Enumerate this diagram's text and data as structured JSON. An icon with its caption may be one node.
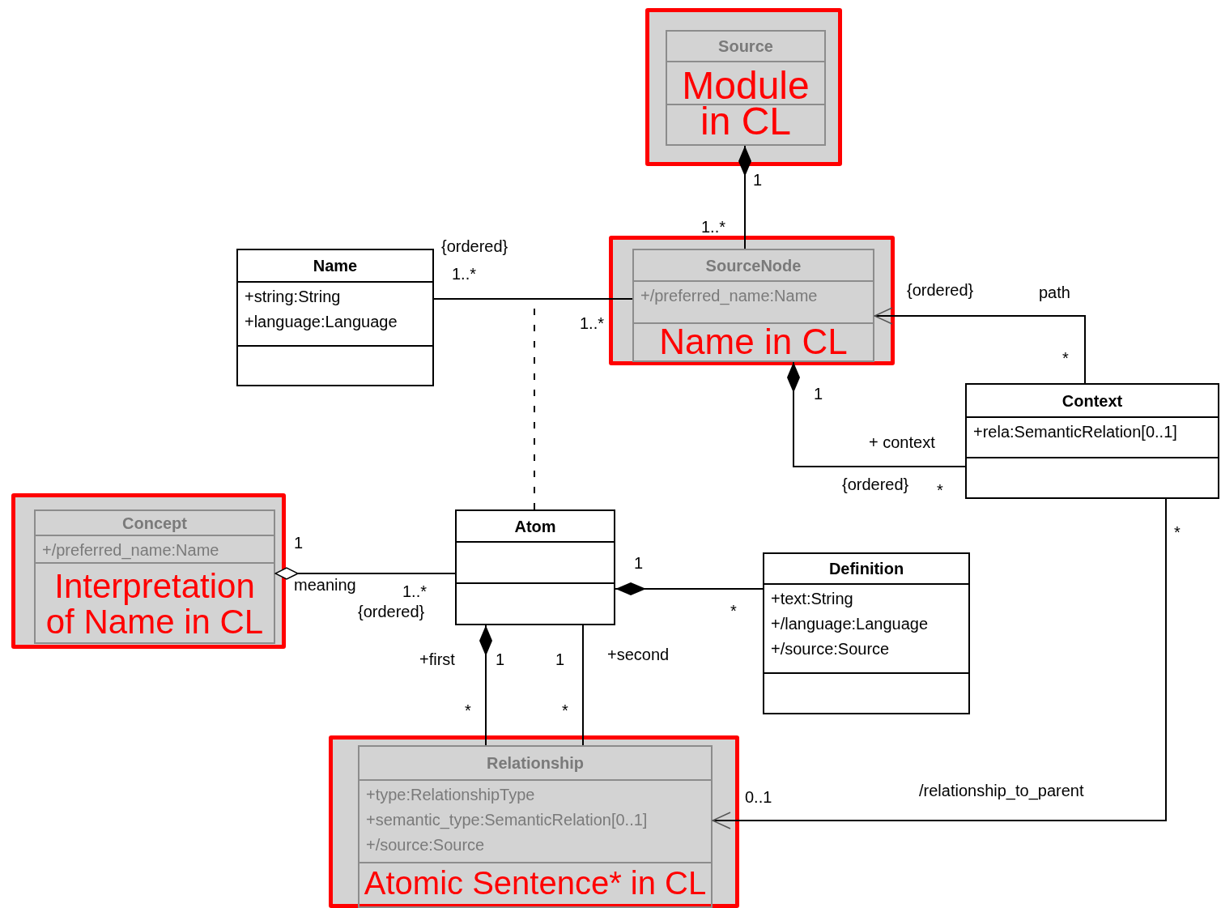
{
  "diagram": {
    "nodes": [
      {
        "text": [],
        "shape": "box"
      },
      {
        "text": [
          "Source"
        ],
        "in": 0
      },
      {
        "text": [
          "Module in CL"
        ],
        "in": 1
      },
      {
        "text": [],
        "shape": "box"
      },
      {
        "text": [
          "SourceNode",
          "+/preferred_name:Name"
        ],
        "in": 3
      },
      {
        "text": [
          "Name in CL"
        ],
        "in": 4
      },
      {
        "text": [
          "Name",
          "+string:String",
          "+language:Language"
        ]
      },
      {
        "text": [
          "Context",
          "+rela:SemanticRelation[0..1]"
        ]
      },
      {
        "text": [],
        "shape": "box"
      },
      {
        "text": [
          "Concept",
          "+/preferred_name:Name"
        ],
        "in": 8
      },
      {
        "text": [
          "Interpretation of Name in CL"
        ],
        "in": 9
      },
      {
        "text": [
          "Atom"
        ]
      },
      {
        "text": [
          "Definition",
          "+text:String",
          "+/language:Language",
          "+/source:Source"
        ]
      },
      {
        "text": [],
        "shape": "box"
      },
      {
        "text": [
          "Relationship",
          "+type:RelationshipType",
          "+semantic_type:SemanticRelation[0..1]",
          "+/source:Source"
        ],
        "in": 13
      },
      {
        "text": [
          "Atomic Sentence* in CL"
        ],
        "in": 14
      }
    ],
    "edges": [
      {
        "from": 4,
        "to": 1,
        "arrow": "other"
      },
      {
        "from": 6,
        "to": 4,
        "arrow": "none"
      },
      {
        "from": 11,
        "to": null,
        "arrow": "none",
        "style": "dashed"
      },
      {
        "from": 7,
        "to": 4,
        "arrow": "to"
      },
      {
        "from": 7,
        "to": 4,
        "arrow": "other"
      },
      {
        "from": 11,
        "to": 9,
        "arrow": "other"
      },
      {
        "from": 12,
        "to": 11,
        "arrow": "other"
      },
      {
        "from": 14,
        "to": 11,
        "arrow": "other"
      },
      {
        "from": 11,
        "to": 14,
        "arrow": "none"
      },
      {
        "from": 7,
        "to": 14,
        "arrow": "to"
      }
    ],
    "labels": [
      "1",
      "1..*",
      "{ordered}",
      "1..*",
      "1..*",
      "{ordered}",
      "path",
      "*",
      "1",
      "+ context",
      "{ordered}",
      "*",
      "1",
      "meaning",
      "1..*",
      "{ordered}",
      "1",
      "*",
      "+first",
      "1",
      "1",
      "+second",
      "*",
      "*",
      "*",
      "0..1",
      "/relationship_to_parent"
    ]
  }
}
